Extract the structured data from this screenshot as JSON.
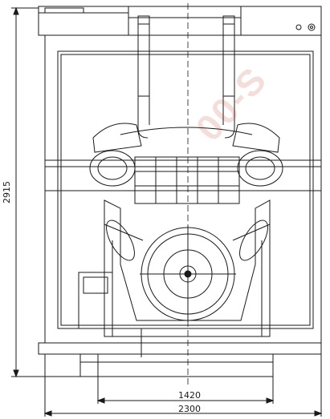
{
  "drawing": {
    "view": "front elevation",
    "subject": "diesel generator set engine with exhaust stacks and radiator frame"
  },
  "dimensions": {
    "height_label": "2915",
    "inner_width_label": "1420",
    "outer_width_label": "2300"
  },
  "watermark": {
    "text": "00-S"
  },
  "colors": {
    "line": "#1a1a1a",
    "watermark": "#c0392b"
  }
}
